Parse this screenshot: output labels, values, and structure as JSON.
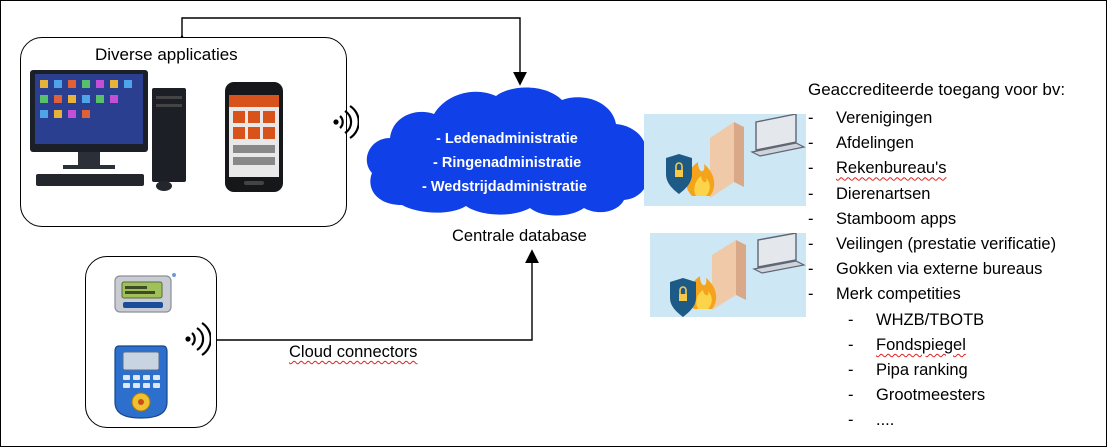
{
  "apps_box": {
    "title": "Diverse applicaties"
  },
  "cloud": {
    "items": [
      "- Ledenadministratie",
      "- Ringenadministratie",
      "- Wedstrijdadministratie"
    ],
    "caption": "Centrale database"
  },
  "connectors": {
    "label": "Cloud connectors"
  },
  "access": {
    "title": "Geaccrediteerde toegang voor bv:",
    "items": [
      "Verenigingen",
      "Afdelingen",
      "Rekenbureau's",
      "Dierenartsen",
      "Stamboom apps",
      "Veilingen (prestatie verificatie)",
      "Gokken via externe bureaus",
      "Merk competities"
    ],
    "subitems": [
      "WHZB/TBOTB",
      "Fondspiegel",
      "Pipa ranking",
      "Grootmeesters",
      "...."
    ]
  },
  "colors": {
    "cloud": "#1040e8",
    "firewall_bg": "#cde8f4",
    "shield": "#1e5a86",
    "flame": "#f5a31a"
  }
}
